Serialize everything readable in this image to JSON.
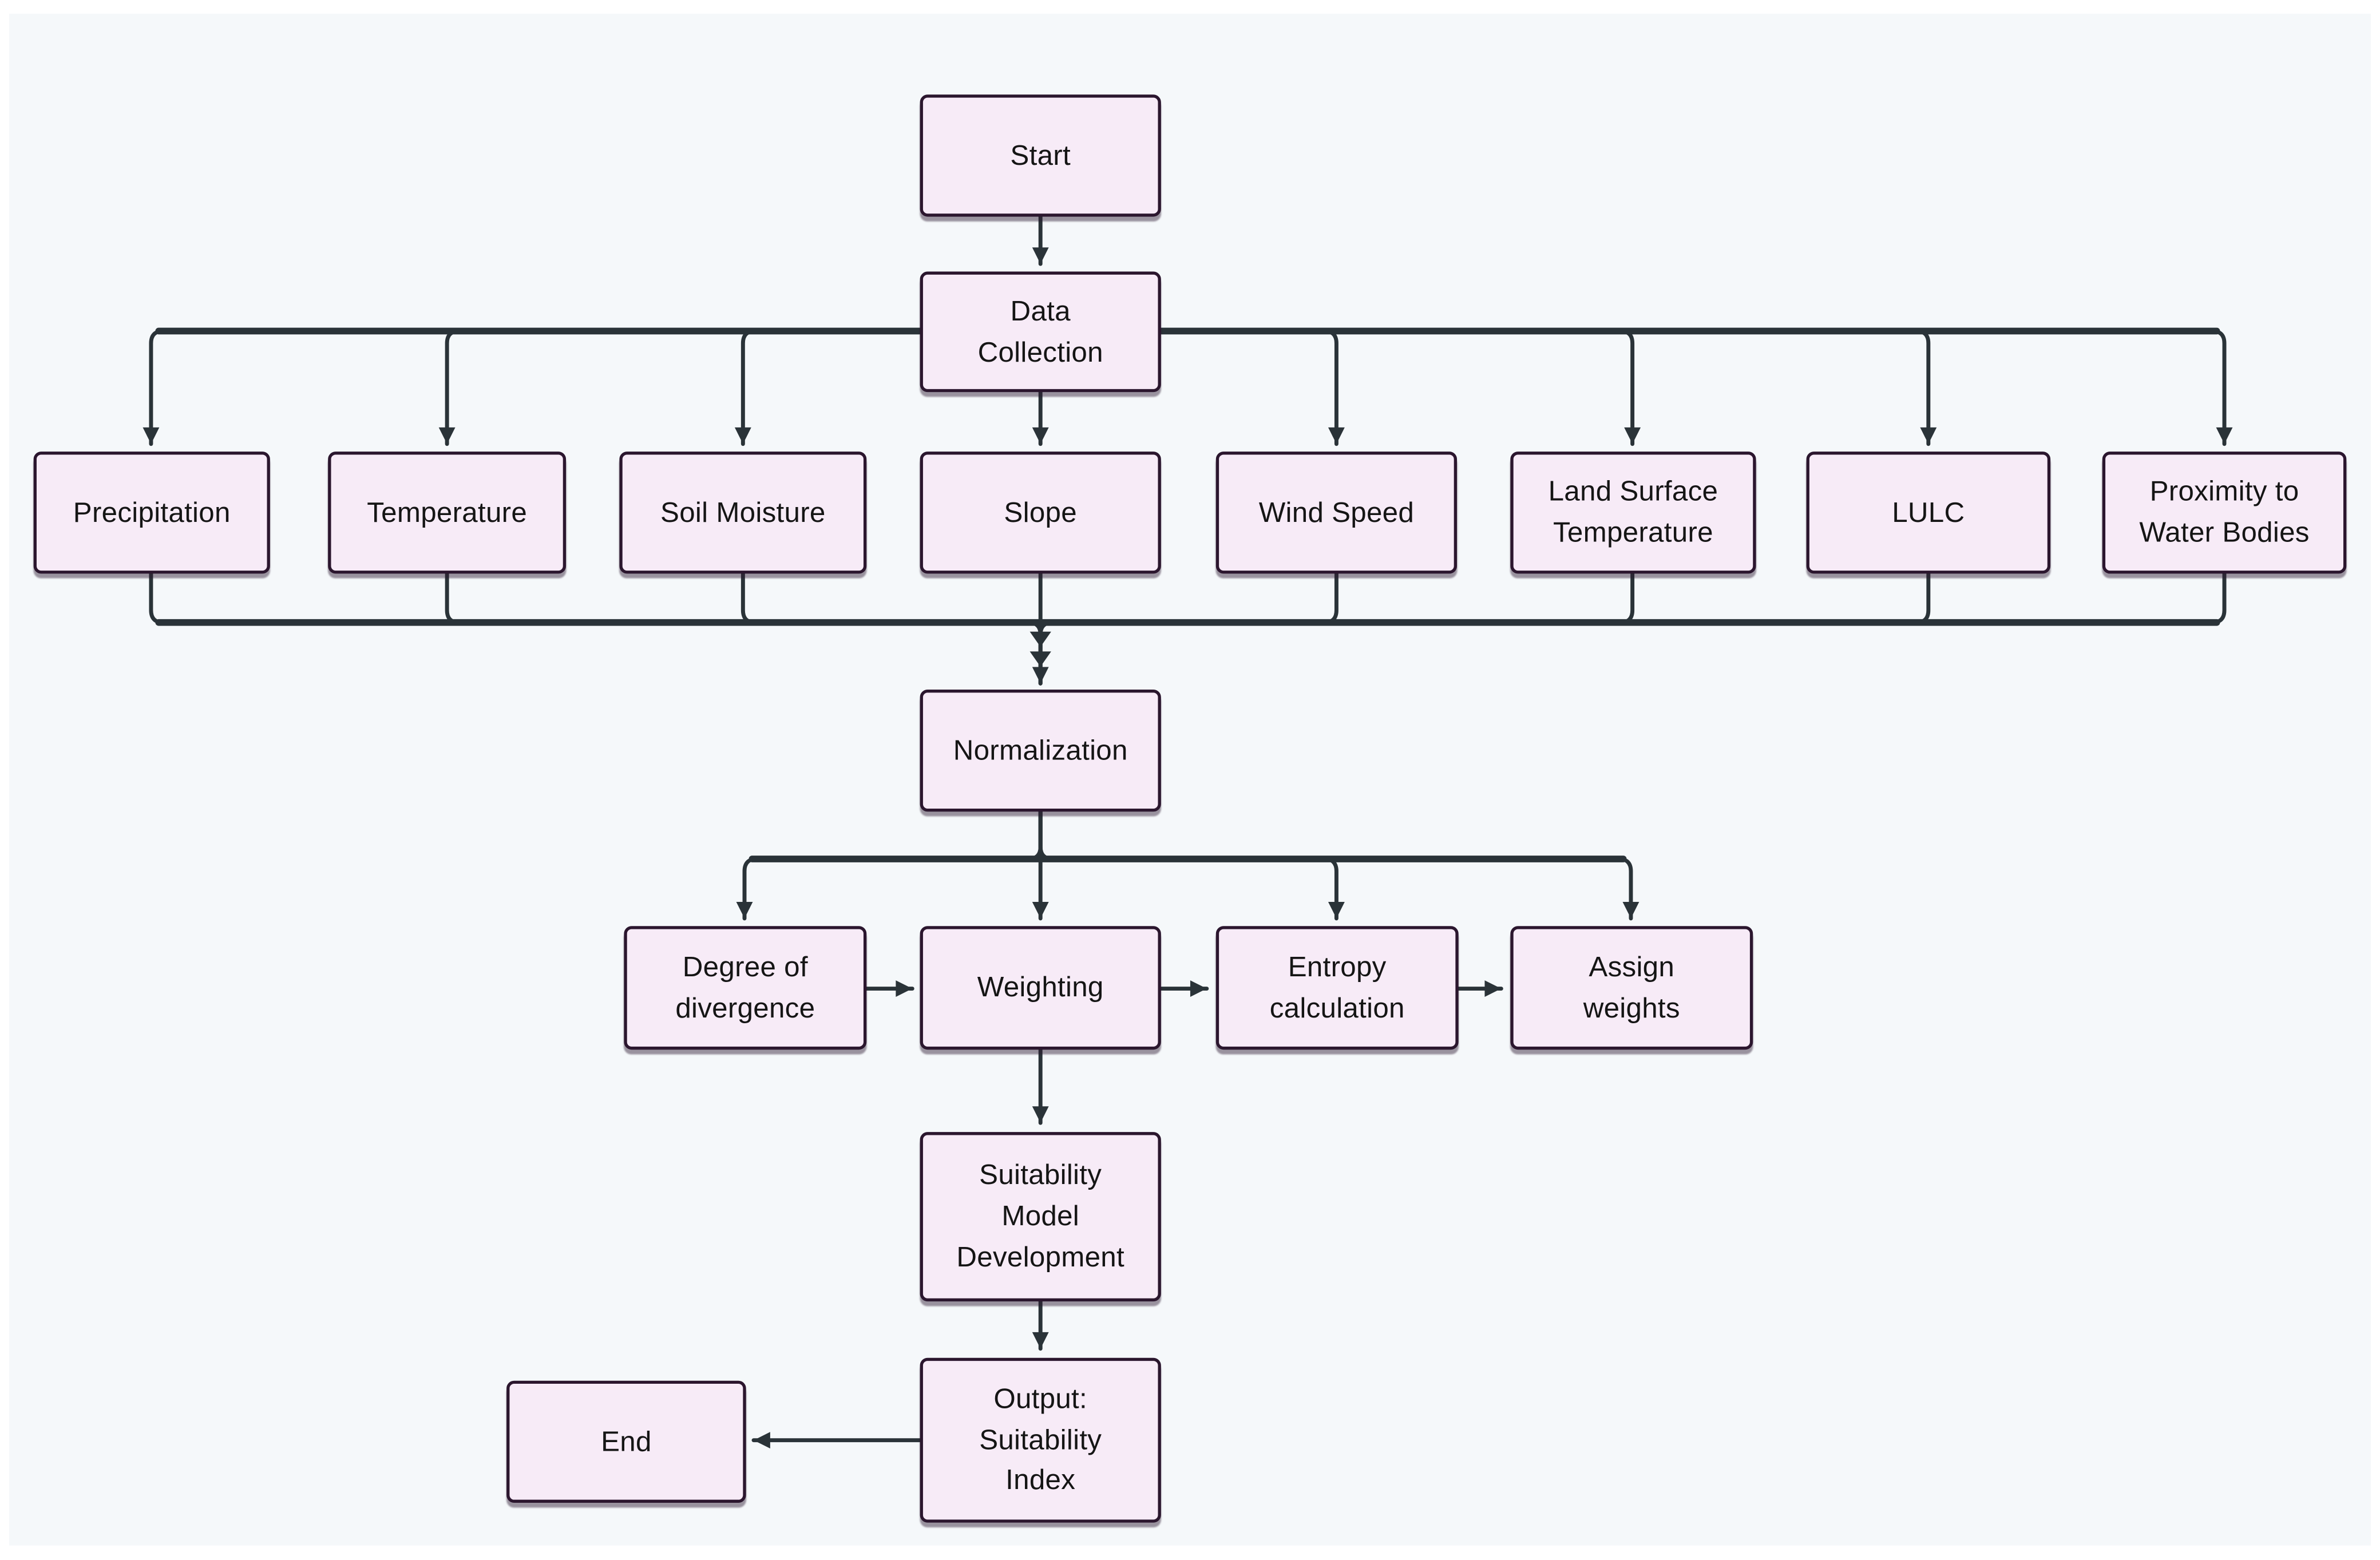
{
  "diagram": {
    "type": "flowchart",
    "background_color": "#f5f8fa",
    "node_fill_color": "#f7ebf7",
    "node_border_color": "#2b162e",
    "edge_color": "#2a3338",
    "nodes": {
      "start": {
        "label": "Start"
      },
      "data_collection": {
        "label": "Data\nCollection"
      },
      "precipitation": {
        "label": "Precipitation"
      },
      "temperature": {
        "label": "Temperature"
      },
      "soil_moisture": {
        "label": "Soil Moisture"
      },
      "slope": {
        "label": "Slope"
      },
      "wind_speed": {
        "label": "Wind Speed"
      },
      "land_surface_temperature": {
        "label": "Land Surface\nTemperature"
      },
      "lulc": {
        "label": "LULC"
      },
      "proximity_to_water_bodies": {
        "label": "Proximity to\nWater Bodies"
      },
      "normalization": {
        "label": "Normalization"
      },
      "degree_of_divergence": {
        "label": "Degree of\ndivergence"
      },
      "weighting": {
        "label": "Weighting"
      },
      "entropy_calculation": {
        "label": "Entropy\ncalculation"
      },
      "assign_weights": {
        "label": "Assign\nweights"
      },
      "suitability_model_development": {
        "label": "Suitability\nModel\nDevelopment"
      },
      "output_suitability_index": {
        "label": "Output:\nSuitability\nIndex"
      },
      "end": {
        "label": "End"
      }
    },
    "edges": [
      {
        "from": "Start",
        "to": "Data Collection"
      },
      {
        "from": "Data Collection",
        "to": "Precipitation"
      },
      {
        "from": "Data Collection",
        "to": "Temperature"
      },
      {
        "from": "Data Collection",
        "to": "Soil Moisture"
      },
      {
        "from": "Data Collection",
        "to": "Slope"
      },
      {
        "from": "Data Collection",
        "to": "Wind Speed"
      },
      {
        "from": "Data Collection",
        "to": "Land Surface Temperature"
      },
      {
        "from": "Data Collection",
        "to": "LULC"
      },
      {
        "from": "Data Collection",
        "to": "Proximity to Water Bodies"
      },
      {
        "from": "Precipitation",
        "to": "Normalization"
      },
      {
        "from": "Temperature",
        "to": "Normalization"
      },
      {
        "from": "Soil Moisture",
        "to": "Normalization"
      },
      {
        "from": "Slope",
        "to": "Normalization"
      },
      {
        "from": "Wind Speed",
        "to": "Normalization"
      },
      {
        "from": "Land Surface Temperature",
        "to": "Normalization"
      },
      {
        "from": "LULC",
        "to": "Normalization"
      },
      {
        "from": "Proximity to Water Bodies",
        "to": "Normalization"
      },
      {
        "from": "Normalization",
        "to": "Degree of divergence"
      },
      {
        "from": "Normalization",
        "to": "Weighting"
      },
      {
        "from": "Normalization",
        "to": "Entropy calculation"
      },
      {
        "from": "Normalization",
        "to": "Assign weights"
      },
      {
        "from": "Degree of divergence",
        "to": "Weighting"
      },
      {
        "from": "Weighting",
        "to": "Entropy calculation"
      },
      {
        "from": "Entropy calculation",
        "to": "Assign weights"
      },
      {
        "from": "Weighting",
        "to": "Suitability Model Development"
      },
      {
        "from": "Suitability Model Development",
        "to": "Output: Suitability Index"
      },
      {
        "from": "Output: Suitability Index",
        "to": "End"
      }
    ]
  }
}
